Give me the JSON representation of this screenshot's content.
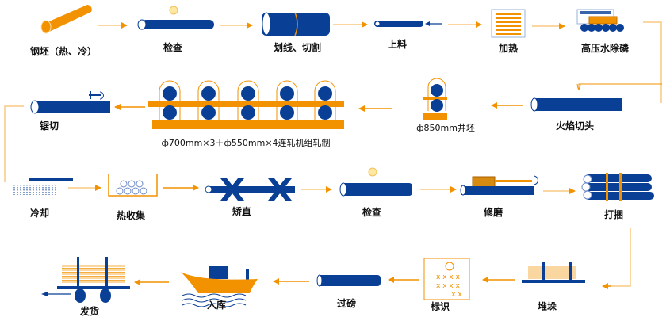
{
  "title": "钢管生产工艺流程",
  "colors": {
    "primary_blue": "#0a3f96",
    "accent_orange": "#f39200",
    "connector": "#f9c880"
  },
  "steps": [
    {
      "id": "billet",
      "label": "钢坯（热、冷）"
    },
    {
      "id": "inspect1",
      "label": "检查"
    },
    {
      "id": "mark-cut",
      "label": "划线、切割"
    },
    {
      "id": "loading",
      "label": "上料"
    },
    {
      "id": "heating",
      "label": "加热"
    },
    {
      "id": "descaling",
      "label": "高压水除磷"
    },
    {
      "id": "flame-cut",
      "label": "火焰切头"
    },
    {
      "id": "piercing",
      "label": "ф850mm井坯"
    },
    {
      "id": "rolling",
      "label": "ф700mm×3＋ф550mm×4连轧机组轧制"
    },
    {
      "id": "sawing",
      "label": "锯切"
    },
    {
      "id": "cooling",
      "label": "冷却"
    },
    {
      "id": "hot-collect",
      "label": "热收集"
    },
    {
      "id": "straighten",
      "label": "矫直"
    },
    {
      "id": "inspect2",
      "label": "检查"
    },
    {
      "id": "grinding",
      "label": "修磨"
    },
    {
      "id": "bundling",
      "label": "打捆"
    },
    {
      "id": "stacking",
      "label": "堆垛"
    },
    {
      "id": "marking",
      "label": "标识"
    },
    {
      "id": "weighing",
      "label": "过磅"
    },
    {
      "id": "warehouse",
      "label": "入库"
    },
    {
      "id": "shipping",
      "label": "发货"
    }
  ],
  "marking_plate": {
    "row1": "x x x x",
    "row2": "x x x x",
    "row3": "x x"
  }
}
